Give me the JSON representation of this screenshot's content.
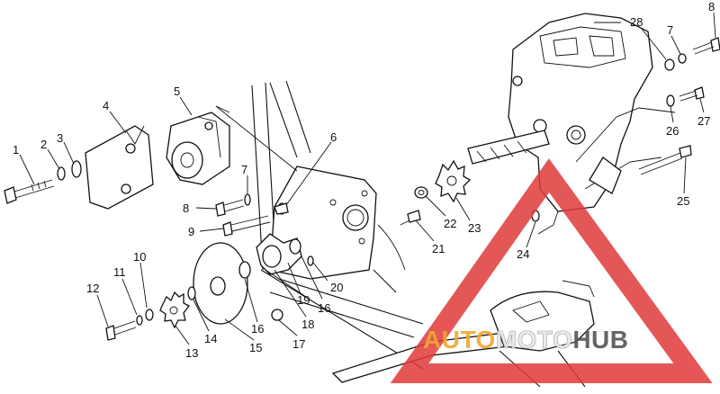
{
  "callouts": [
    "1",
    "2",
    "3",
    "4",
    "5",
    "6",
    "7",
    "8",
    "9",
    "10",
    "11",
    "12",
    "13",
    "14",
    "15",
    "16",
    "16",
    "17",
    "18",
    "19",
    "20",
    "21",
    "22",
    "23",
    "24",
    "25",
    "26",
    "27",
    "28",
    "7",
    "8"
  ],
  "watermark": {
    "part1": "AUTO",
    "part2": "MOTO",
    "part3": "HUB",
    "colors": {
      "auto": "#f0a830",
      "moto": "#e8e8e8",
      "hub": "#555555",
      "logo": "#e03a3a"
    }
  }
}
